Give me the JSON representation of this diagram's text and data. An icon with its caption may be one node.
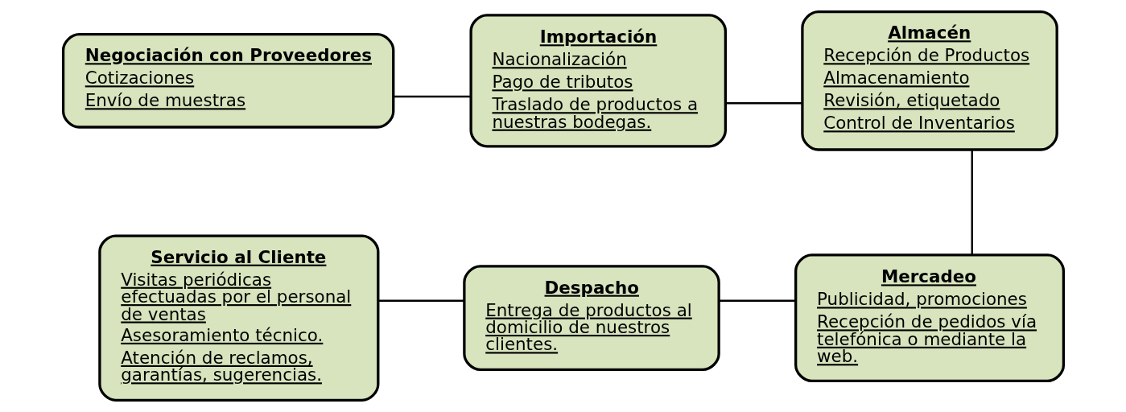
{
  "diagram": {
    "nodes": [
      {
        "text": [
          "Negociación con Proveedores",
          "Cotizaciones",
          "Envío de muestras"
        ]
      },
      {
        "text": [
          "Importación",
          "Nacionalización",
          "Pago de tributos",
          "Traslado de productos a nuestras bodegas."
        ]
      },
      {
        "text": [
          "Almacén",
          "Recepción de Productos",
          "Almacenamiento",
          "Revisión, etiquetado",
          "Control de Inventarios"
        ]
      },
      {
        "text": [
          "Mercadeo",
          "Publicidad, promociones",
          "Recepción de pedidos vía telefónica o mediante la web."
        ]
      },
      {
        "text": [
          "Despacho",
          "Entrega de productos al domicilio de nuestros clientes."
        ]
      },
      {
        "text": [
          "Servicio al Cliente",
          "Visitas periódicas efectuadas por el personal de ventas",
          "Asesoramiento técnico.",
          "Atención de reclamos, garantías, sugerencias."
        ]
      }
    ],
    "edges": [
      {
        "from": 0,
        "to": 1,
        "arrow": "none"
      },
      {
        "from": 1,
        "to": 2,
        "arrow": "none"
      },
      {
        "from": 2,
        "to": 3,
        "arrow": "none"
      },
      {
        "from": 3,
        "to": 4,
        "arrow": "none"
      },
      {
        "from": 4,
        "to": 5,
        "arrow": "none"
      }
    ]
  }
}
